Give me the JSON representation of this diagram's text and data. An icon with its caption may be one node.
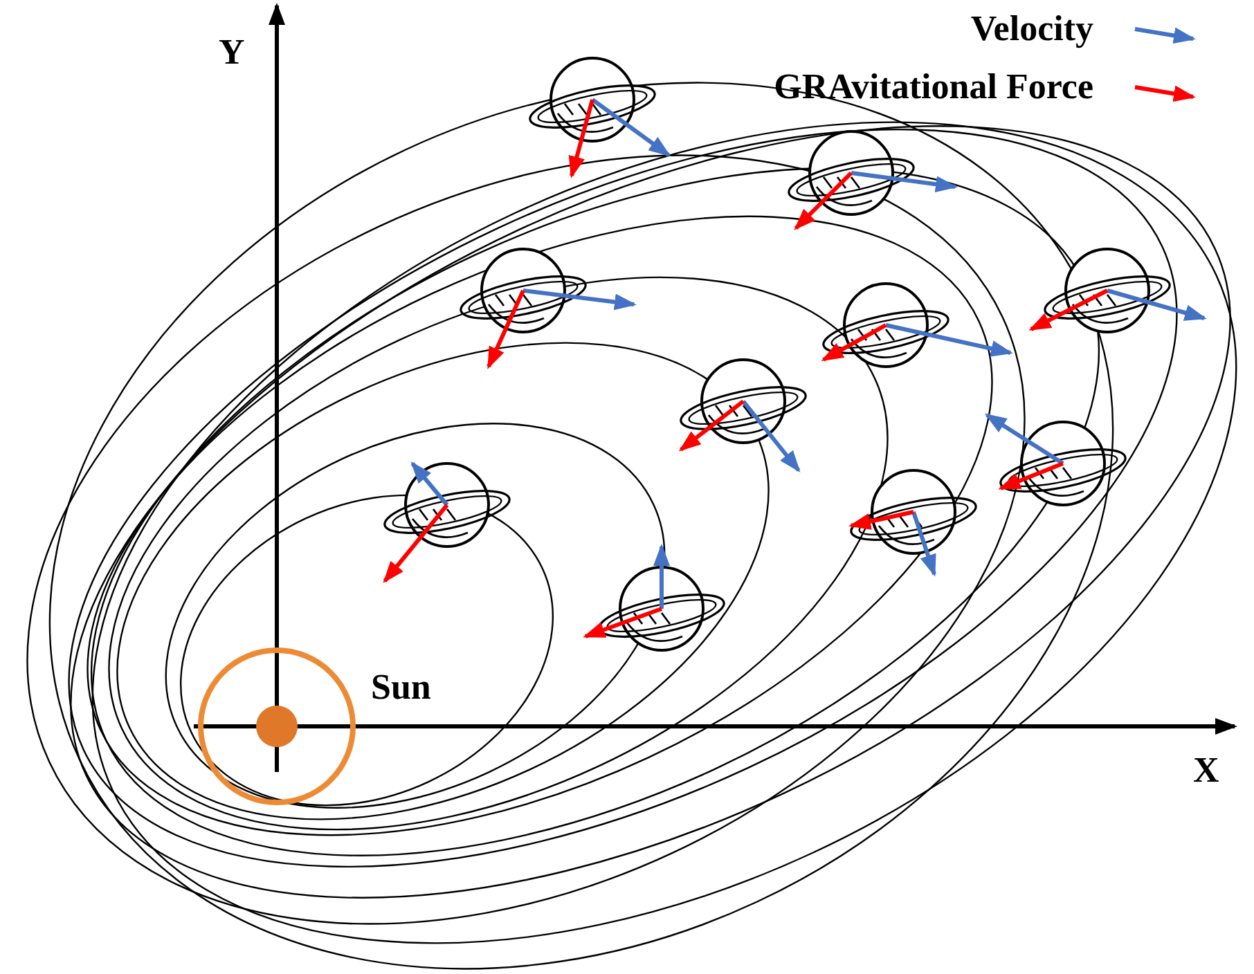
{
  "diagram": {
    "labels": [
      "Y",
      "Sun",
      "X"
    ],
    "legend": [
      {
        "text": "Velocity"
      },
      {
        "text": "GRAvitational Force"
      }
    ]
  }
}
